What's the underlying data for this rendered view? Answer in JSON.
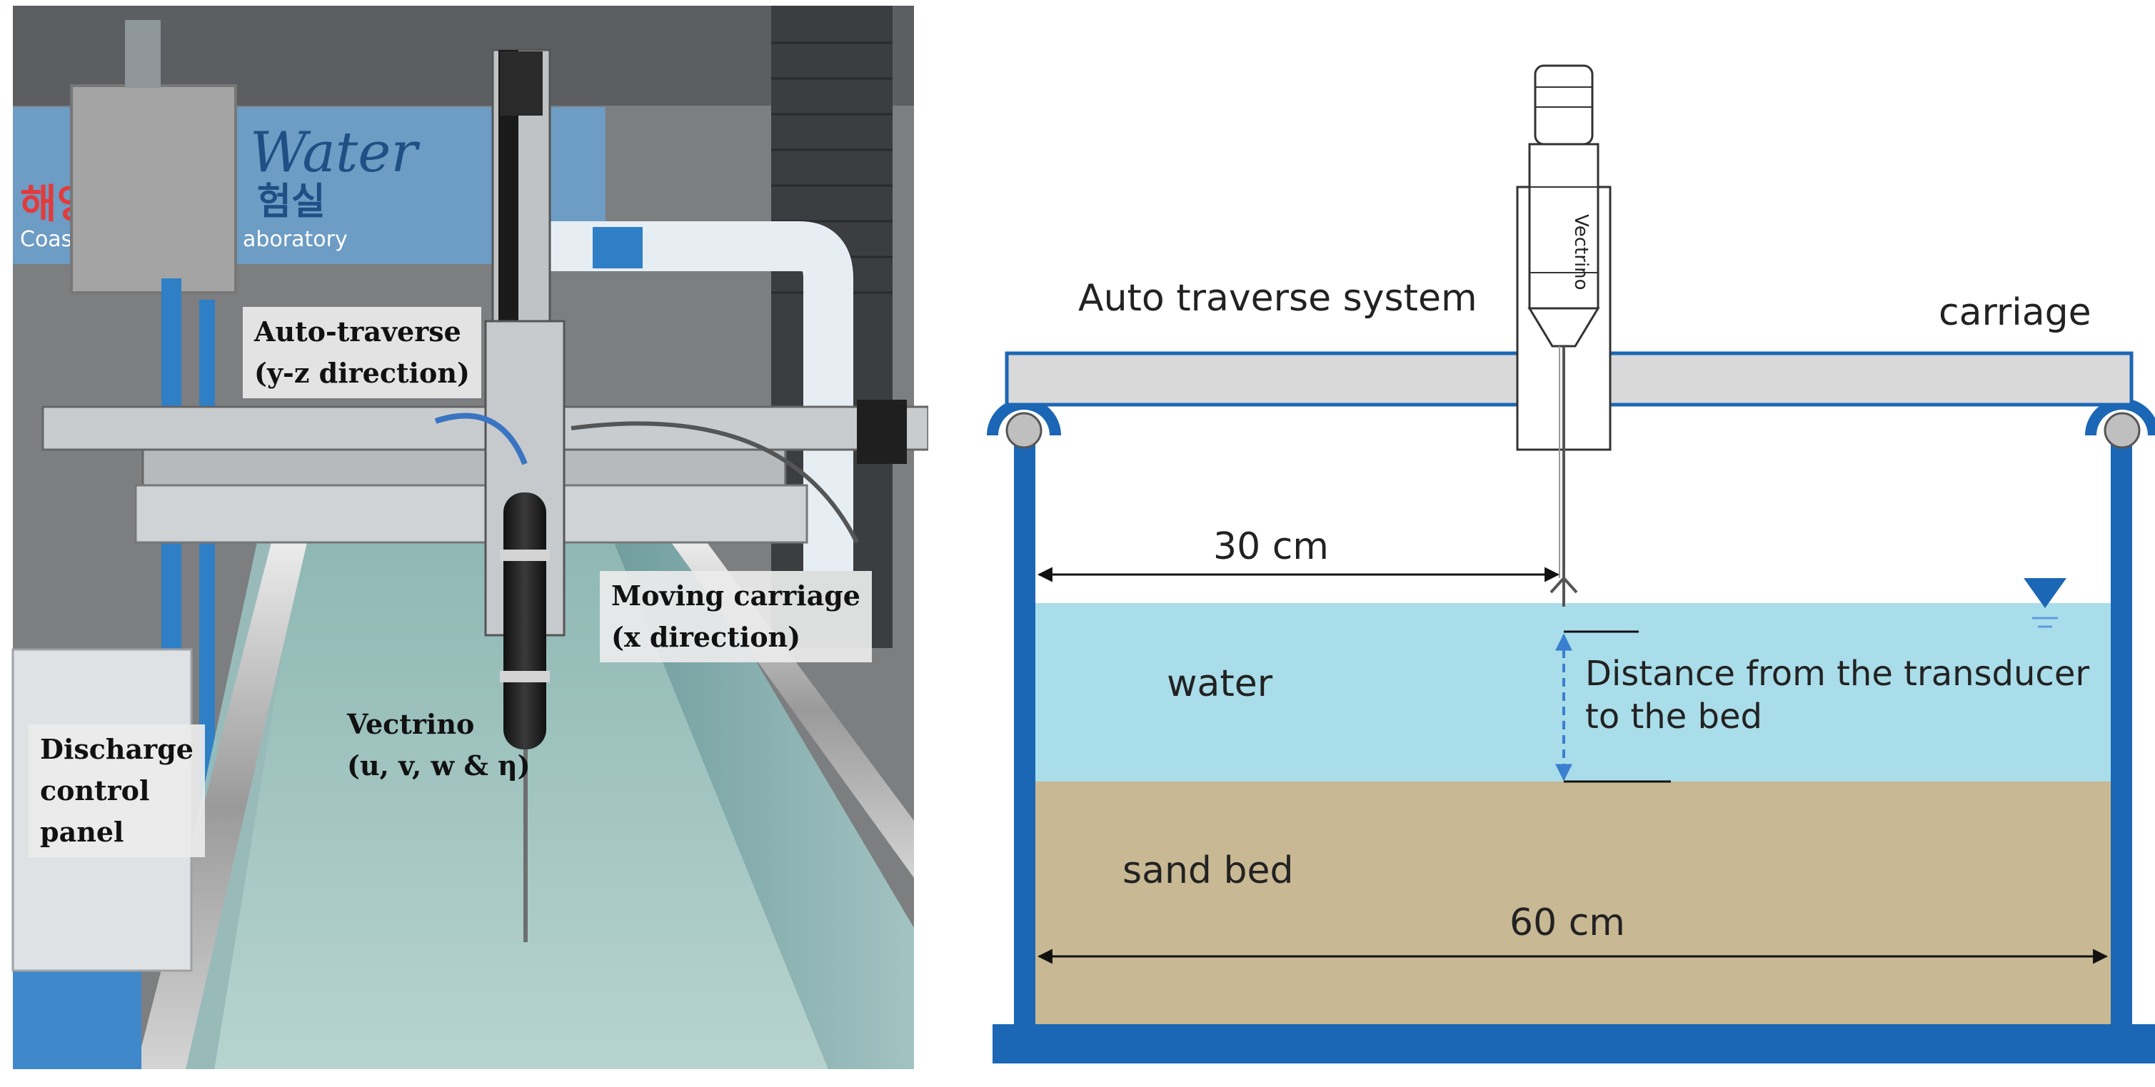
{
  "photo": {
    "sign_word": "Water",
    "sign_korean": "해양",
    "sign_korean_2": "험실",
    "sign_english_left": "Coast",
    "sign_english_right": "aboratory",
    "labels": {
      "auto_traverse_line1": "Auto-traverse",
      "auto_traverse_line2": "(y-z direction)",
      "moving_carriage_line1": "Moving carriage",
      "moving_carriage_line2": "(x direction)",
      "vectrino_line1": "Vectrino",
      "vectrino_line2": "(u, v, w & η)",
      "discharge_line1": "Discharge",
      "discharge_line2": "control",
      "discharge_line3": "panel"
    }
  },
  "diagram": {
    "auto_traverse_label": "Auto traverse system",
    "carriage_label": "carriage",
    "probe_label": "Vectrino",
    "distance_30": "30 cm",
    "water_label": "water",
    "distance_note_line1": "Distance from the transducer",
    "distance_note_line2": "to the bed",
    "sand_label": "sand bed",
    "distance_60": "60 cm",
    "colors": {
      "tank_wall": "#1b67b5",
      "water": "#a9dde9",
      "sand": "#c8b893",
      "carriage": "#d9d9d9",
      "water_level_symbol": "#1b67b5"
    }
  }
}
